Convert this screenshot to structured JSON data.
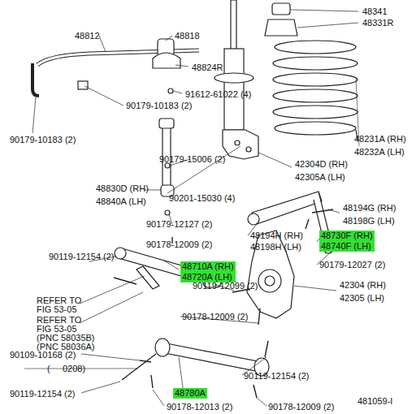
{
  "diagram": {
    "nodes": [
      {
        "text": [
          "48730F (RH)",
          "48740F (LH)"
        ]
      },
      {
        "text": [
          "48710A (RH)",
          "48720A (LH)"
        ]
      },
      {
        "text": [
          "48780A"
        ]
      }
    ],
    "labels": [
      "48341",
      "48331R",
      "48812",
      "48818",
      "48824R",
      "91612-61022 (4)",
      "90179-10183 (2)",
      "90179-10183 (2)",
      "48231A (RH)",
      "48232A (LH)",
      "90179-15006 (2)",
      "42304D (RH)",
      "42305A (LH)",
      "90201-15030 (4)",
      "48830D (RH)",
      "48840A (LH)",
      "48194G (RH)",
      "48198G (LH)",
      "90179-12127 (2)",
      "48194H (RH)",
      "48198H (LH)",
      "90178-12009 (2)",
      "90119-12154 (2)",
      "90179-12027 (2)",
      "90119-12099 (2)",
      "REFER TO",
      "FIG 53-05",
      "REFER TO",
      "FIG 53-05",
      "(PNC 58035B)",
      "(PNC 58036A)",
      "42304 (RH)",
      "42305 (LH)",
      "90178-12009 (2)",
      "90109-10168 (2)",
      "(     0208)",
      "90119-12154 (2)",
      "90119-12154 (2)",
      "90178-12013 (2)",
      "90178-12009 (2)",
      "481059-I"
    ]
  }
}
